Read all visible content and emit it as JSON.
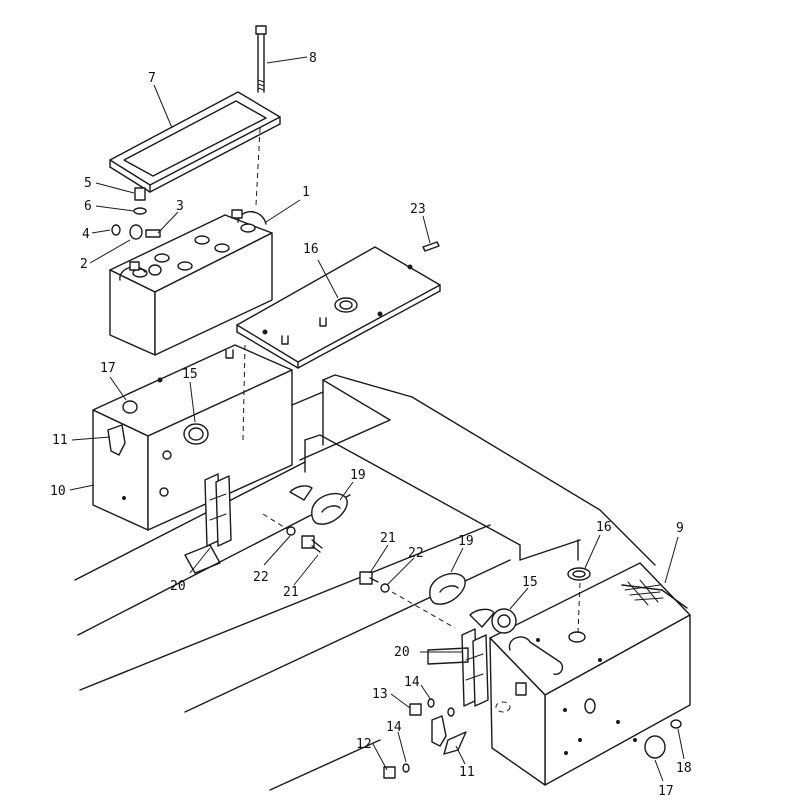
{
  "callouts": {
    "c1": "1",
    "c2": "2",
    "c3": "3",
    "c4": "4",
    "c5": "5",
    "c6": "6",
    "c7": "7",
    "c8": "8",
    "c9": "9",
    "c10": "10",
    "c11a": "11",
    "c11b": "11",
    "c12": "12",
    "c13": "13",
    "c14a": "14",
    "c14b": "14",
    "c15a": "15",
    "c15b": "15",
    "c16a": "16",
    "c16b": "16",
    "c17a": "17",
    "c17b": "17",
    "c18": "18",
    "c19a": "19",
    "c19b": "19",
    "c20a": "20",
    "c20b": "20",
    "c21a": "21",
    "c21b": "21",
    "c22a": "22",
    "c22b": "22",
    "c23": "23"
  }
}
